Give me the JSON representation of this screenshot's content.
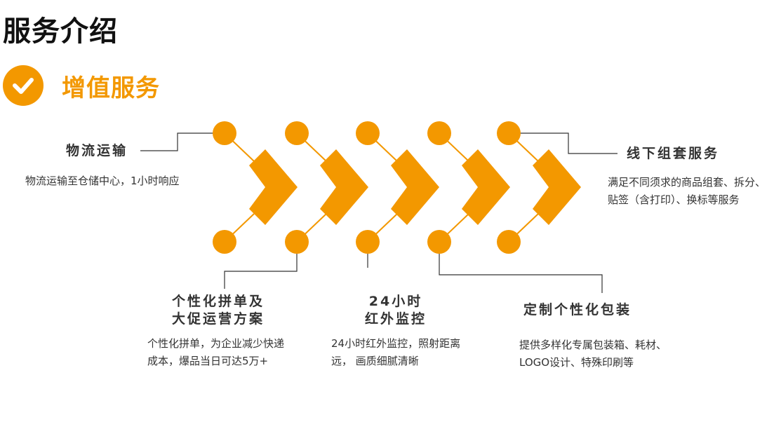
{
  "page": {
    "title": "服务介绍"
  },
  "section": {
    "title": "增值服务",
    "icon": "check-circle-icon"
  },
  "colors": {
    "accent": "#f39800",
    "text": "#333333"
  },
  "services": [
    {
      "title": "物流运输",
      "desc": "物流运输至仓储中心，1小时响应"
    },
    {
      "title_line1": "个性化拼单及",
      "title_line2": "大促运营方案",
      "desc_line1": "个性化拼单，为企业减少快递",
      "desc_line2": "成本，爆品当日可达5万+"
    },
    {
      "title_line1": "24小时",
      "title_line2": "红外监控",
      "desc_line1": "24小时红外监控，照射距离",
      "desc_line2": "远， 画质细腻清晰"
    },
    {
      "title": "定制个性化包装",
      "desc_line1": "提供多样化专属包装箱、耗材、",
      "desc_line2": "LOGO设计、特殊印刷等"
    },
    {
      "title": "线下组套服务",
      "desc_line1": "满足不同须求的商品组套、拆分、",
      "desc_line2": "贴签（含打印）、换标等服务"
    }
  ]
}
